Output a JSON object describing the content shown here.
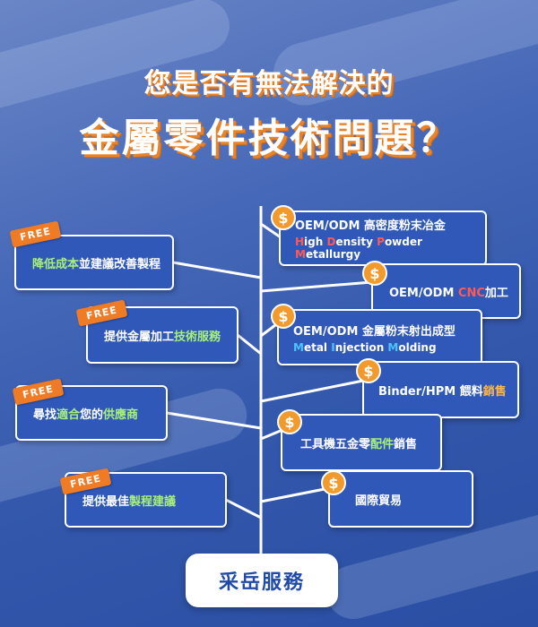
{
  "title_line1": "您是否有無法解決的",
  "title_line2": "金屬零件技術問題？",
  "free_label": "FREE",
  "dollar_icon": "$",
  "left_items": [
    {
      "parts": [
        {
          "text": "降低成本",
          "hl": "green"
        },
        {
          "text": "並建議改善製程",
          "hl": ""
        }
      ]
    },
    {
      "parts": [
        {
          "text": "提供金屬加工",
          "hl": ""
        },
        {
          "text": "技術服務",
          "hl": "green"
        }
      ]
    },
    {
      "parts": [
        {
          "text": "尋找",
          "hl": ""
        },
        {
          "text": "適合",
          "hl": "green"
        },
        {
          "text": "您的",
          "hl": ""
        },
        {
          "text": "供應商",
          "hl": "green"
        }
      ]
    },
    {
      "parts": [
        {
          "text": "提供最佳",
          "hl": ""
        },
        {
          "text": "製程建議",
          "hl": "green"
        }
      ]
    }
  ],
  "right_items": [
    {
      "parts": [
        {
          "text": "OEM/ODM 高密度粉末冶金",
          "hl": ""
        }
      ],
      "sub": [
        {
          "text": "H",
          "hl": "red"
        },
        {
          "text": "igh ",
          "hl": ""
        },
        {
          "text": "D",
          "hl": "red"
        },
        {
          "text": "ensity ",
          "hl": ""
        },
        {
          "text": "P",
          "hl": "red"
        },
        {
          "text": "owder ",
          "hl": ""
        },
        {
          "text": "M",
          "hl": "red"
        },
        {
          "text": "etallurgy",
          "hl": ""
        }
      ]
    },
    {
      "parts": [
        {
          "text": "OEM/ODM ",
          "hl": ""
        },
        {
          "text": "CNC",
          "hl": "red"
        },
        {
          "text": "加工",
          "hl": ""
        }
      ],
      "sub": []
    },
    {
      "parts": [
        {
          "text": "OEM/ODM 金屬粉末射出成型",
          "hl": ""
        }
      ],
      "sub": [
        {
          "text": "M",
          "hl": "blue"
        },
        {
          "text": "etal ",
          "hl": ""
        },
        {
          "text": "I",
          "hl": "blue"
        },
        {
          "text": "njection ",
          "hl": ""
        },
        {
          "text": "M",
          "hl": "blue"
        },
        {
          "text": "olding",
          "hl": ""
        }
      ]
    },
    {
      "parts": [
        {
          "text": "Binder/HPM 餵料",
          "hl": ""
        },
        {
          "text": "銷售",
          "hl": "orange"
        }
      ],
      "sub": []
    },
    {
      "parts": [
        {
          "text": "工具機五金零",
          "hl": ""
        },
        {
          "text": "配件",
          "hl": "green"
        },
        {
          "text": "銷售",
          "hl": ""
        }
      ],
      "sub": []
    },
    {
      "parts": [
        {
          "text": "國際貿易",
          "hl": ""
        }
      ],
      "sub": []
    }
  ],
  "service_label": "采岳服務",
  "colors": {
    "accent_orange": "#ef7b25",
    "box_blue": "#2f58b8",
    "highlight_green": "#a9f07a",
    "highlight_red": "#ff5a5a",
    "highlight_blue": "#4fc3ff"
  }
}
